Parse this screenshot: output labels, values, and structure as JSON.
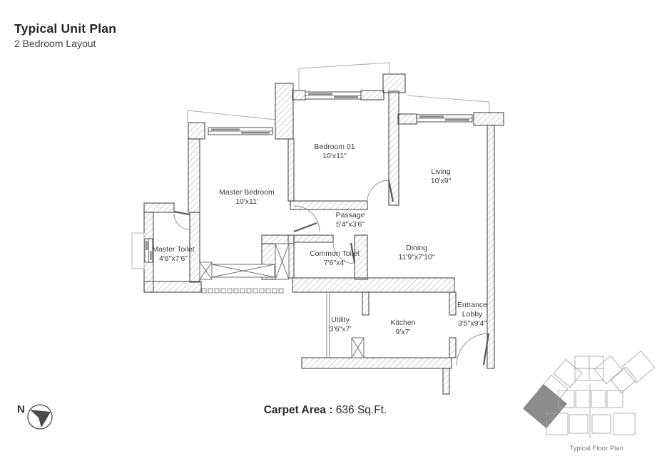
{
  "header": {
    "title": "Typical Unit Plan",
    "subtitle": "2 Bedroom Layout"
  },
  "plan": {
    "rooms": [
      {
        "id": "bedroom-01",
        "name": "Bedroom 01",
        "dims": "10'x11\""
      },
      {
        "id": "master-bedroom",
        "name": "Master Bedroom",
        "dims": "10'x11'"
      },
      {
        "id": "living",
        "name": "Living",
        "dims": "10'x9\""
      },
      {
        "id": "passage",
        "name": "Passage",
        "dims": "5'4\"x3'6\""
      },
      {
        "id": "master-toilet",
        "name": "Master Toilet",
        "dims": "4'6\"x7'6\""
      },
      {
        "id": "common-toilet",
        "name": "Common Toilet",
        "dims": "7'6\"x4'"
      },
      {
        "id": "dining",
        "name": "Dining",
        "dims": "11'9\"x7'10\""
      },
      {
        "id": "utility",
        "name": "Utility",
        "dims": "3'6\"x7'"
      },
      {
        "id": "kitchen",
        "name": "Kitchen",
        "dims": "9'x7'"
      },
      {
        "id": "entrance-lobby",
        "name": "Entrance Lobby",
        "dims": "3'5\"x9'4\""
      }
    ]
  },
  "footer": {
    "carpet_area_label": "Carpet Area :",
    "carpet_area_value": "636 Sq.Ft."
  },
  "compass": {
    "label": "N"
  },
  "key_plan": {
    "caption": "Typical Floor Plan"
  },
  "colors": {
    "wall_line": "#4a4a4a",
    "hatch": "#a3a3a3",
    "light_line": "#b3b3b3",
    "highlight_unit": "#8c8c8c",
    "text": "#3b3b3b"
  }
}
